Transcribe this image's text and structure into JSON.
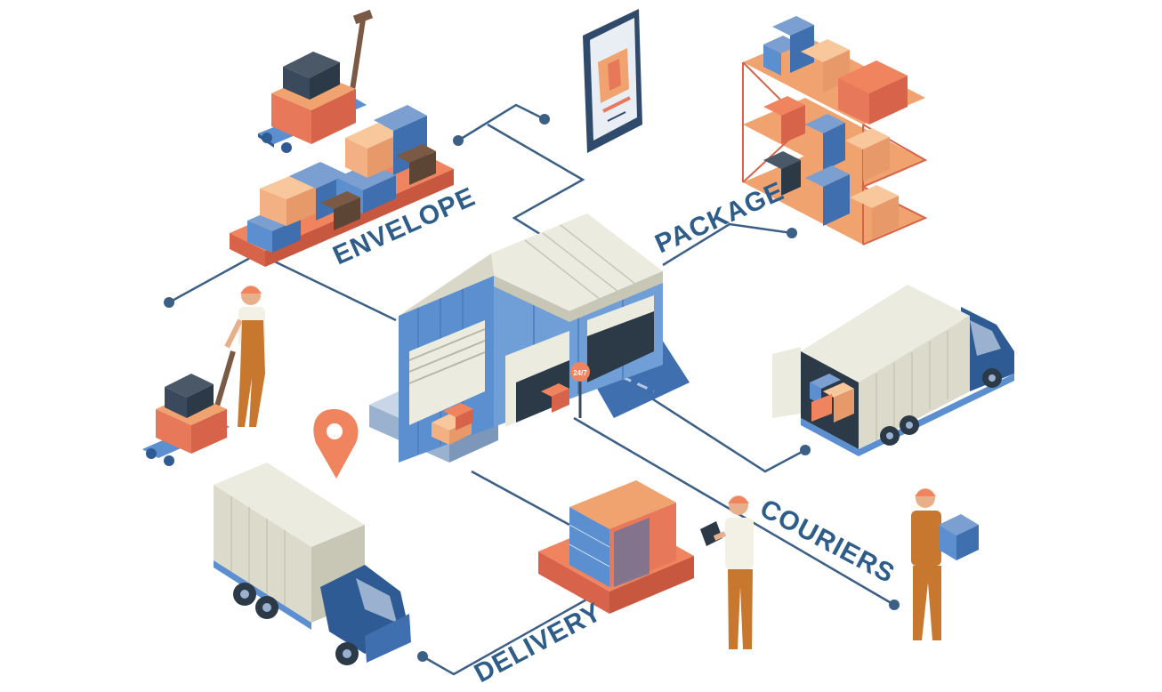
{
  "labels": {
    "envelope": "ENVELOPE",
    "package": "PACKAGE",
    "couriers": "COURIERS",
    "delivery": "DELIVERY",
    "sign": "24/7"
  },
  "colors": {
    "connector": "#3c5f86",
    "label": "#2f5d8a",
    "box_orange": "#e8785a",
    "box_light": "#f3b183",
    "box_blue": "#5b8fd0",
    "box_navy": "#3a4a5c",
    "warehouse_blue": "#6f9fd6",
    "roof": "#ecebe0",
    "truck_cab": "#2f5b95",
    "worker_uniform": "#c8782e"
  },
  "icons": [
    "smartphone-icon",
    "location-pin-icon",
    "warehouse-icon",
    "truck-icon",
    "pallet-jack-icon",
    "worker-icon",
    "shelf-icon",
    "pallet-icon",
    "tablet-icon"
  ]
}
